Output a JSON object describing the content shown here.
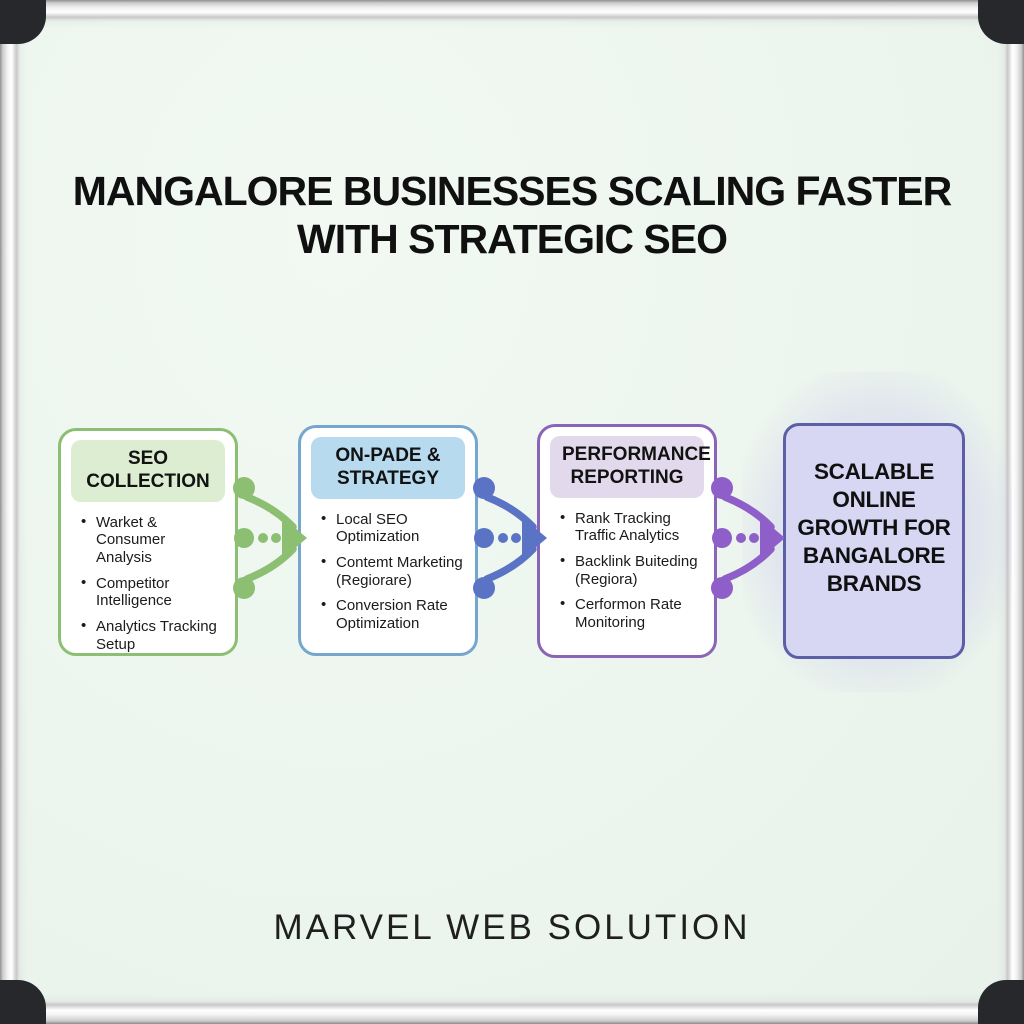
{
  "title": {
    "line1": "MANGALORE BUSINESSES SCALING FASTER",
    "line2": "WITH STRATEGIC SEO"
  },
  "steps": [
    {
      "header": "SEO COLLECTION",
      "bullets": [
        "Warket & Consumer Analysis",
        "Competitor Intelligence",
        "Analytics Tracking Setup"
      ],
      "accent_color": "#8CBF72",
      "header_bg": "#DCEDD1"
    },
    {
      "header": "ON-PADE & STRATEGY",
      "bullets": [
        "Local SEO Optimization",
        "Contemt Marketing (Regiorare)",
        "Conversion Rate Optimization"
      ],
      "accent_color": "#74A6CE",
      "header_bg": "#B7DAEE"
    },
    {
      "header": "PERFORMANCE REPORTING",
      "bullets": [
        "Rank Tracking Traffic Analytics",
        "Backlink Buiteding (Regiora)",
        "Cerformon Rate Monitoring"
      ],
      "accent_color": "#8A64B8",
      "header_bg": "#E2DAEC"
    }
  ],
  "result": {
    "lines": [
      "SCALABLE",
      "ONLINE",
      "GROWTH FOR",
      "BANGALORE",
      "BRANDS"
    ],
    "border_color": "#5C5EA8",
    "bg_color": "#D7D6F3"
  },
  "connectors": [
    {
      "name": "collection-to-onpage",
      "color": "#8CBF72"
    },
    {
      "name": "onpage-to-performance",
      "color": "#5B73C4"
    },
    {
      "name": "performance-to-result",
      "color": "#8E5FC8"
    }
  ],
  "footer": {
    "brand": "MARVEL WEB SOLUTION"
  }
}
